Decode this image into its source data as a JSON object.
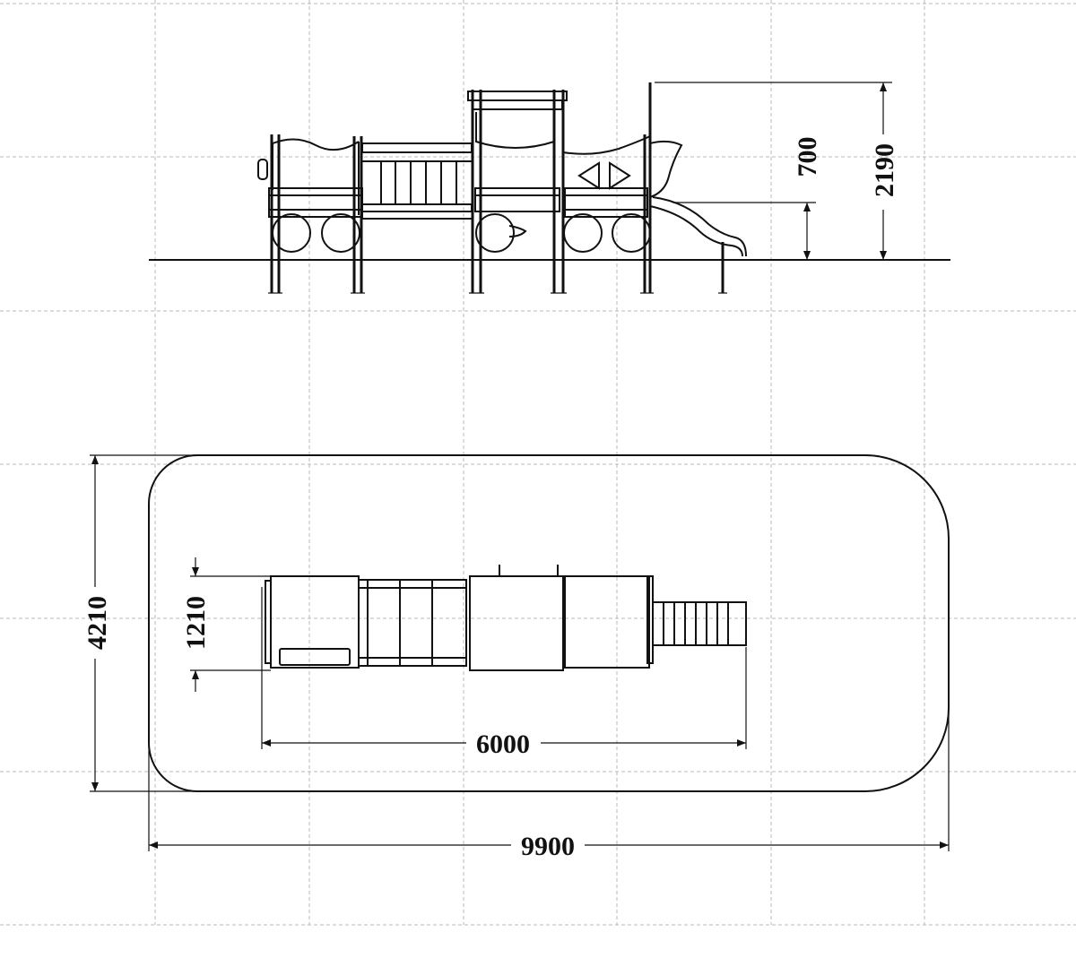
{
  "dimensions": {
    "overall_height": "2190",
    "platform_height": "700",
    "area_width": "4210",
    "equipment_width": "1210",
    "equipment_length": "6000",
    "area_length": "9900"
  }
}
